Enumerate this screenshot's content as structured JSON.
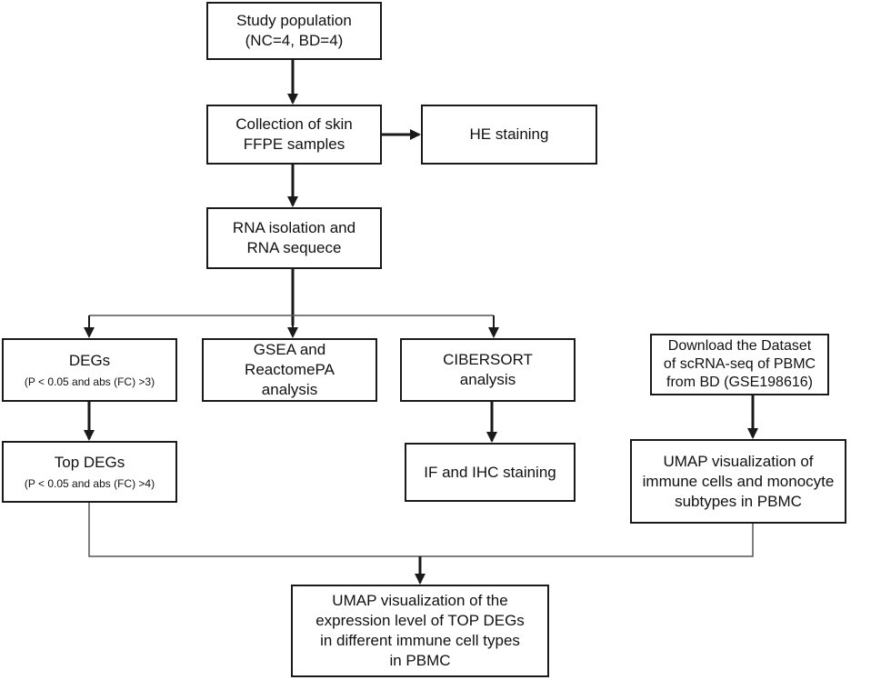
{
  "flowchart": {
    "study_population": {
      "line1": "Study population",
      "line2": "(NC=4, BD=4)"
    },
    "collection": {
      "line1": "Collection of skin",
      "line2": "FFPE samples"
    },
    "he_staining": {
      "line1": "HE staining"
    },
    "rna": {
      "line1": "RNA isolation and",
      "line2": "RNA sequece"
    },
    "degs": {
      "line1": "DEGs",
      "criteria": "(P < 0.05 and abs (FC) >3)"
    },
    "gsea": {
      "line1": "GSEA and",
      "line2": "ReactomePA",
      "line3": "analysis"
    },
    "cibersort": {
      "line1": "CIBERSORT",
      "line2": "analysis"
    },
    "download": {
      "line1": "Download the Dataset",
      "line2": "of scRNA-seq of PBMC",
      "line3": "from BD (GSE198616)"
    },
    "top_degs": {
      "line1": "Top DEGs",
      "criteria": "(P < 0.05 and abs (FC) >4)"
    },
    "if_ihc": {
      "line1": "IF and IHC staining"
    },
    "umap_immune": {
      "line1": "UMAP visualization of",
      "line2": "immune cells and monocyte",
      "line3": "subtypes in PBMC"
    },
    "umap_expression": {
      "line1": "UMAP visualization of the",
      "line2": "expression level of TOP DEGs",
      "line3": "in different immune cell types",
      "line4": "in PBMC"
    }
  },
  "colors": {
    "stroke": "#1a1a1a",
    "thin_connector": "#555555",
    "background": "#ffffff"
  }
}
